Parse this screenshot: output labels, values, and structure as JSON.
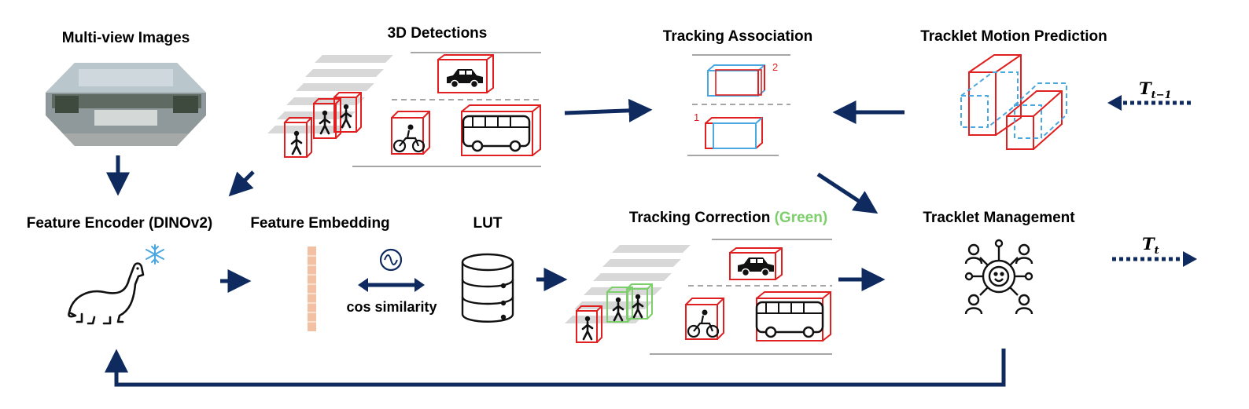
{
  "labels": {
    "multiview_images": "Multi-view Images",
    "detections_3d": "3D Detections",
    "tracking_association": "Tracking Association",
    "tracklet_motion_prediction": "Tracklet Motion Prediction",
    "feature_encoder": "Feature Encoder (DINOv2)",
    "feature_embedding": "Feature Embedding",
    "lut": "LUT",
    "tracking_correction": "Tracking Correction ",
    "tracking_correction_green": "(Green)",
    "tracklet_management": "Tracklet Management",
    "cos_similarity": "cos similarity"
  },
  "track_ids": {
    "top": "2",
    "bottom": "1"
  },
  "time": {
    "prev_symbol": "T",
    "prev_subscript": "t−1",
    "curr_symbol": "T",
    "curr_subscript": "t"
  },
  "colors": {
    "arrow": "#0e2a5e",
    "detection_box": "#e02020",
    "predicted_box": "#4aa8e0",
    "corrected_box": "#7ccf6a",
    "embedding": "#f2c0a2",
    "stripe": "#d8d8d8"
  },
  "icons": [
    "snowflake-icon",
    "dinosaur-icon",
    "database-icon",
    "cosine-icon",
    "car-icon",
    "bus-icon",
    "motorcycle-icon",
    "pedestrian-icon",
    "management-network-icon"
  ]
}
